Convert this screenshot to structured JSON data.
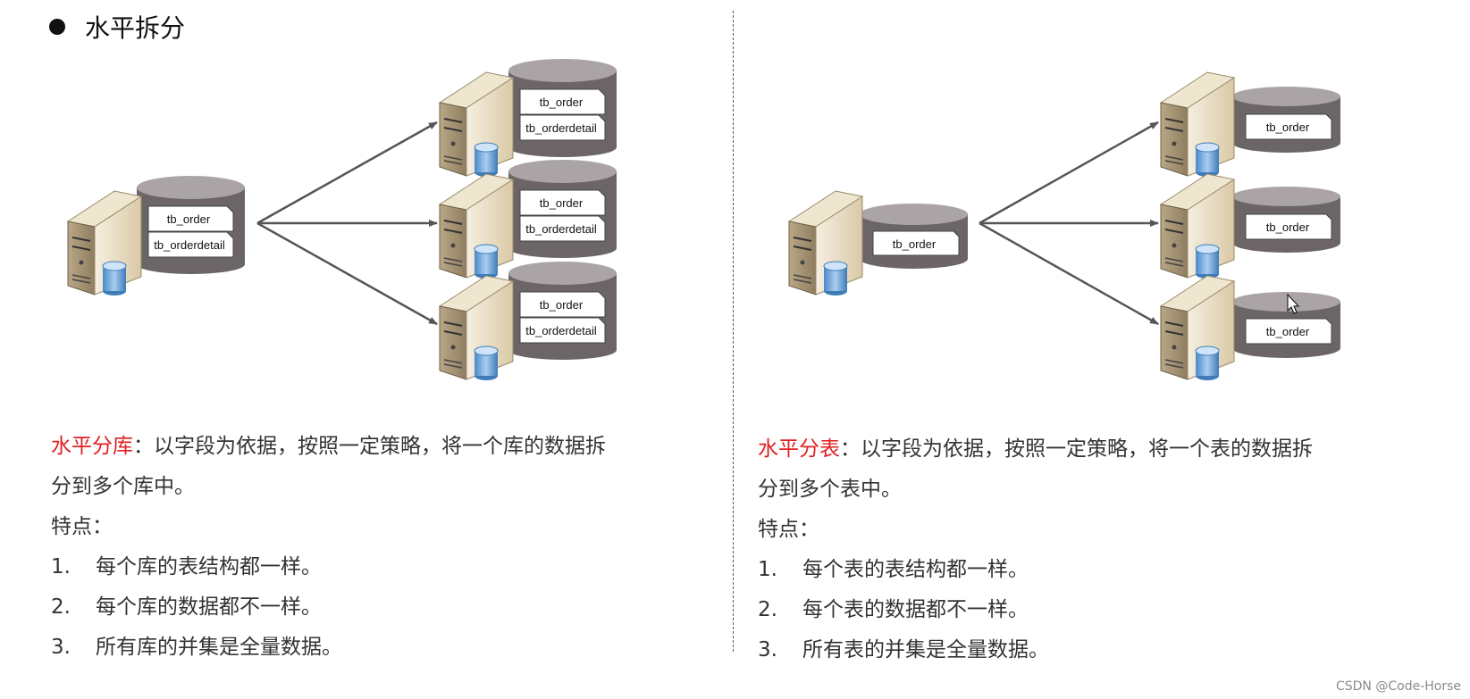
{
  "title": "水平拆分",
  "labels": {
    "tb_order": "tb_order",
    "tb_orderdetail": "tb_orderdetail"
  },
  "left": {
    "heading_highlight": "水平分库",
    "heading_rest": "：以字段为依据，按照一定策略，将一个库的数据拆",
    "heading_cont": "分到多个库中。",
    "features_label": "特点：",
    "items": [
      {
        "num": "1.",
        "text": "每个库的表结构都一样。"
      },
      {
        "num": "2.",
        "text": "每个库的数据都不一样。"
      },
      {
        "num": "3.",
        "text": "所有库的并集是全量数据。"
      }
    ]
  },
  "right": {
    "heading_highlight": "水平分表",
    "heading_rest": "：以字段为依据，按照一定策略，将一个表的数据拆",
    "heading_cont": "分到多个表中。",
    "features_label": "特点：",
    "items": [
      {
        "num": "1.",
        "text": "每个表的表结构都一样。"
      },
      {
        "num": "2.",
        "text": "每个表的数据都不一样。"
      },
      {
        "num": "3.",
        "text": "所有表的并集是全量数据。"
      }
    ]
  },
  "watermark": "CSDN @Code-Horse",
  "colors": {
    "highlight": "#e02020",
    "cylinder_body": "#6b6567",
    "cylinder_top": "#aaa4a6",
    "server_face": "#e9dcc0",
    "arrow": "#555555"
  }
}
